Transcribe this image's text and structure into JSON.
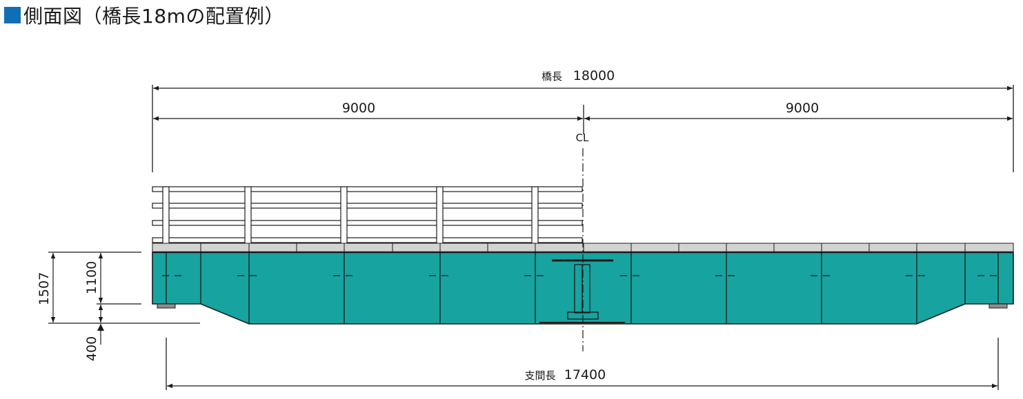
{
  "title": "側面図（橋長18mの配置例）",
  "colors": {
    "title_square": "#0f6eb5",
    "girder": "#17a39f",
    "deck": "#d3d3d3",
    "line": "#1a1a1a"
  },
  "dimensions": {
    "bridge_length": {
      "label": "橋長",
      "value": "18000"
    },
    "left_half": "9000",
    "right_half": "9000",
    "centerline": "CL",
    "total_height": "1507",
    "girder_depth": "1100",
    "end_drop": "400",
    "span_length": {
      "label": "支間長",
      "value": "17400"
    }
  }
}
